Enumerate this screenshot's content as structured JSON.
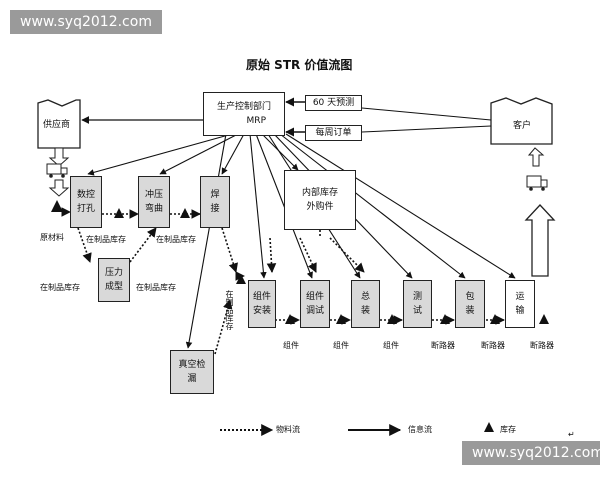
{
  "watermark_top": "www.syq2012.com",
  "watermark_bottom": "www.syq2012.com",
  "title": "原始 STR 价值流图",
  "supplier": "供应商",
  "control": {
    "name": "生产控制部门",
    "mrp": "MRP"
  },
  "forecast": "60 天预测",
  "weekly_order": "每周订单",
  "customer": "客户",
  "inner_warehouse": {
    "line1": "内部库存",
    "line2": "外购件"
  },
  "raw_material": "原材料",
  "processes": {
    "cnc": {
      "line1": "数控",
      "line2": "打孔"
    },
    "stamping": {
      "line1": "冲压",
      "line2": "弯曲"
    },
    "welding": {
      "line1": "焊",
      "line2": "接"
    },
    "press": {
      "line1": "压力",
      "line2": "成型"
    },
    "assembly": {
      "line1": "组件",
      "line2": "安装"
    },
    "debug": {
      "line1": "组件",
      "line2": "调试"
    },
    "final": {
      "line1": "总",
      "line2": "装"
    },
    "test": {
      "line1": "测",
      "line2": "试"
    },
    "pack": {
      "line1": "包",
      "line2": "装"
    },
    "ship": {
      "line1": "运",
      "line2": "输"
    },
    "vacuum": {
      "line1": "真空检",
      "line2": "漏"
    }
  },
  "wip": {
    "a": "在制品库存",
    "b": "在制品库存",
    "c": "在制品库存",
    "d": "在制品库存",
    "vertical": "在制品库存"
  },
  "products": [
    "组件",
    "组件",
    "组件",
    "断路器",
    "断路器",
    "断路器"
  ],
  "legend": {
    "material_flow": "物料流",
    "info_flow": "信息流",
    "inventory": "库存"
  },
  "corner_mark": "↵"
}
